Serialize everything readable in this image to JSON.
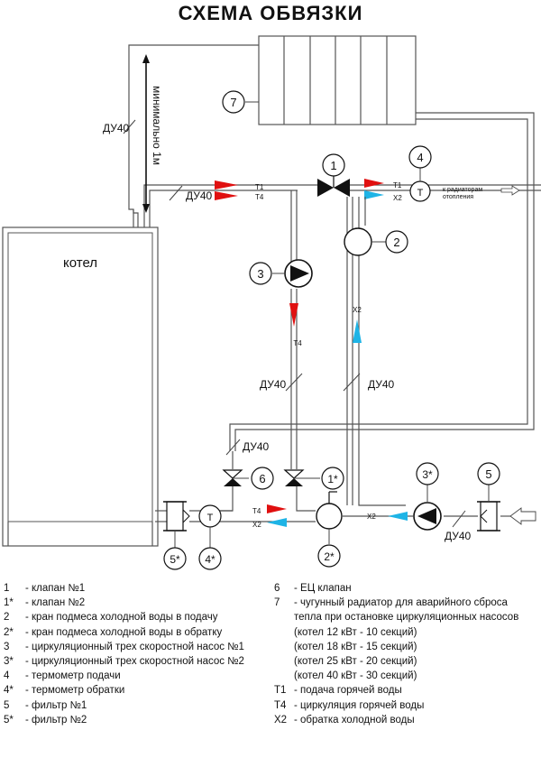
{
  "title": "СХЕМА ОБВЯЗКИ",
  "labels": {
    "min_distance": "минимально 1м",
    "boiler": "котел",
    "to_radiators_line1": "к радиаторам",
    "to_radiators_line2": "отопления",
    "du40": "ДУ40",
    "t1": "Т1",
    "t4": "Т4",
    "x2": "Х2",
    "thermometer_letter": "Т"
  },
  "markers": {
    "n1": "1",
    "n1s": "1*",
    "n2": "2",
    "n2s": "2*",
    "n3": "3",
    "n3s": "3*",
    "n4": "4",
    "n4s": "4*",
    "n5": "5",
    "n5s": "5*",
    "n6": "6",
    "n7": "7"
  },
  "legend_left": [
    {
      "key": "1",
      "text": "- клапан №1"
    },
    {
      "key": "1*",
      "text": "- клапан №2"
    },
    {
      "key": "2",
      "text": "- кран подмеса холодной воды в подачу"
    },
    {
      "key": "2*",
      "text": "- кран подмеса холодной воды в обратку"
    },
    {
      "key": "3",
      "text": "- циркуляционный трех скоростной насос №1"
    },
    {
      "key": "3*",
      "text": "- циркуляционный трех скоростной насос №2"
    },
    {
      "key": "4",
      "text": "- термометр подачи"
    },
    {
      "key": "4*",
      "text": "- термометр обратки"
    },
    {
      "key": "5",
      "text": "- фильтр №1"
    },
    {
      "key": "5*",
      "text": "- фильтр №2"
    }
  ],
  "legend_right": [
    {
      "key": "6",
      "text": "- ЕЦ клапан"
    },
    {
      "key": "7",
      "text": "- чугунный радиатор для аварийного сброса"
    },
    {
      "key": "",
      "text": "тепла при остановке циркуляционных насосов"
    },
    {
      "key": "",
      "text": "(котел 12 кВт - 10 секций)"
    },
    {
      "key": "",
      "text": "(котел 18 кВт - 15 секций)"
    },
    {
      "key": "",
      "text": "(котел 25 кВт - 20 секций)"
    },
    {
      "key": "",
      "text": "(котел 40 кВт - 30 секций)"
    },
    {
      "key": "Т1",
      "text": "- подача горячей воды"
    },
    {
      "key": "Т4",
      "text": "- циркуляция горячей воды"
    },
    {
      "key": "Х2",
      "text": "- обратка холодной воды"
    }
  ],
  "colors": {
    "hot": "#e01010",
    "cold": "#1eb4e6",
    "valve": "#111111"
  }
}
